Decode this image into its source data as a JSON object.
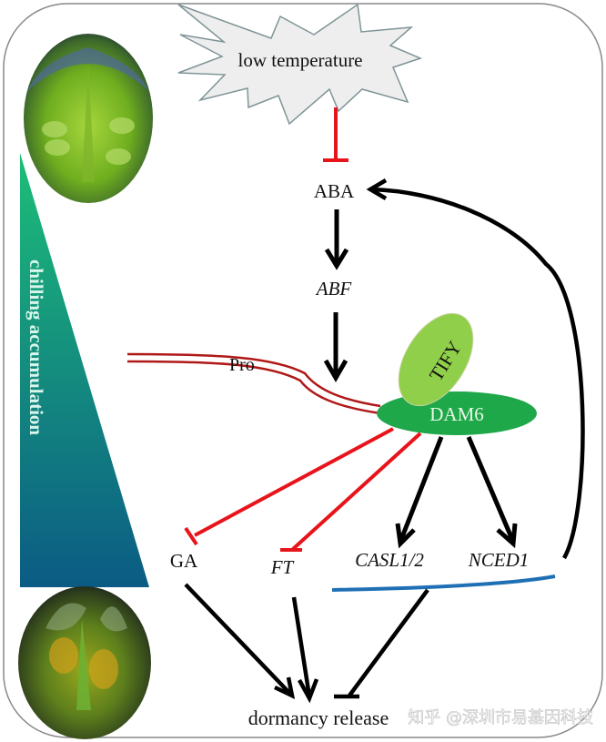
{
  "nodes": {
    "low_temperature": "low temperature",
    "aba": "ABA",
    "abf": "ABF",
    "tify": "TIFY",
    "dam6": "DAM6",
    "promoter": "Pro",
    "ga": "GA",
    "ft": "FT",
    "casl": "CASL1/2",
    "nced": "NCED1",
    "dormancy_release": "dormancy release"
  },
  "side_label": "chilling accumulation",
  "watermark": "知乎 @深圳市易基因科技",
  "edges": [
    {
      "from": "low temperature",
      "to": "ABA",
      "type": "inhibit"
    },
    {
      "from": "ABA",
      "to": "ABF",
      "type": "activate"
    },
    {
      "from": "ABF",
      "to": "DAM6 promoter",
      "type": "activate"
    },
    {
      "from": "DAM6",
      "to": "GA",
      "type": "inhibit"
    },
    {
      "from": "DAM6",
      "to": "FT",
      "type": "inhibit"
    },
    {
      "from": "DAM6",
      "to": "CASL1/2",
      "type": "activate"
    },
    {
      "from": "DAM6",
      "to": "NCED1",
      "type": "activate"
    },
    {
      "from": "NCED1",
      "to": "ABA",
      "type": "activate"
    },
    {
      "from": "GA",
      "to": "dormancy release",
      "type": "activate"
    },
    {
      "from": "FT",
      "to": "dormancy release",
      "type": "activate"
    },
    {
      "from": "CASL1/2 + NCED1",
      "to": "dormancy release",
      "type": "inhibit"
    }
  ],
  "colors": {
    "inhibit": "#e8141b",
    "activate": "#000000",
    "promoter": "#b01818",
    "dam6": "#1fa84a",
    "tify": "#8fcf4a",
    "group_bracket": "#1f6fb5",
    "gradient_top": "#1dbe78",
    "gradient_bottom": "#0b5b84",
    "burst_fill": "#eeeeee",
    "burst_stroke": "#7f9497"
  }
}
